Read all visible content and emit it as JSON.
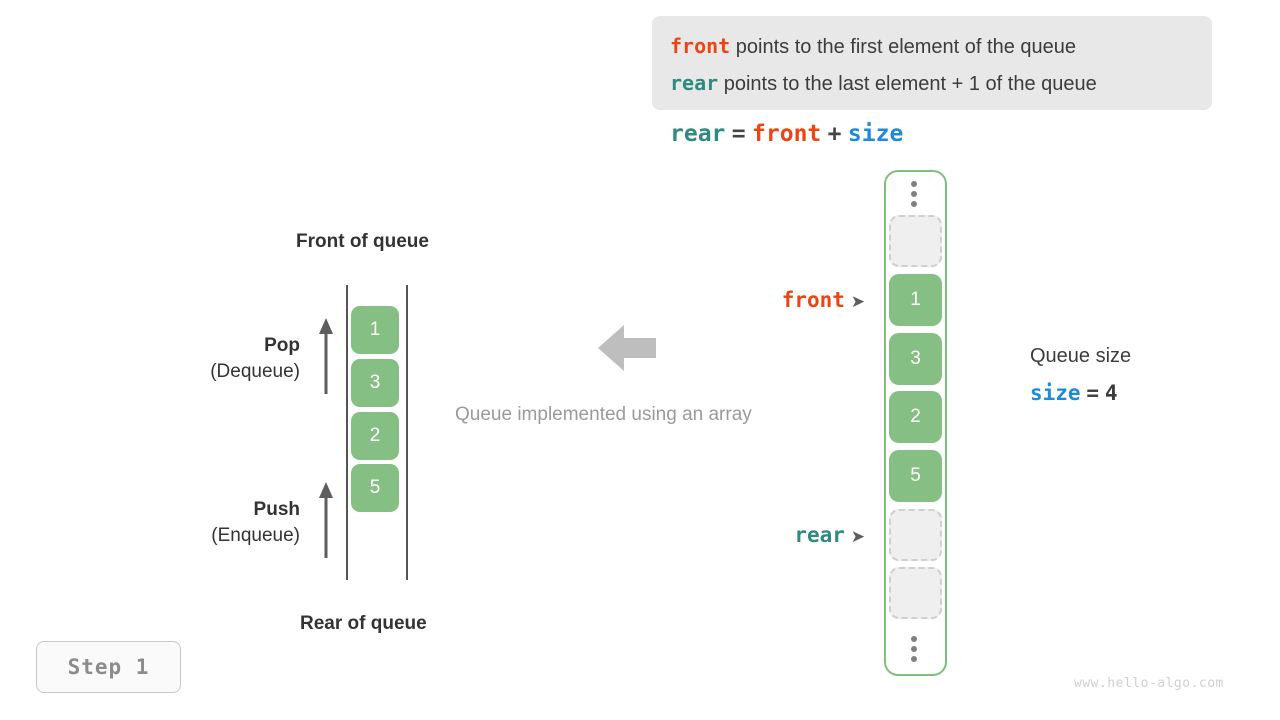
{
  "legend": {
    "lines": [
      {
        "keyword": "front",
        "keyword_color": "#ec4512",
        "description": "points to the first element of the queue"
      },
      {
        "keyword": "rear",
        "keyword_color": "#2f8a80",
        "description": "points to the last element + 1 of the queue"
      }
    ]
  },
  "formula": {
    "lhs": "rear",
    "eq": "=",
    "rhs1": "front",
    "plus": "+",
    "rhs2": "size"
  },
  "left_queue": {
    "top_label": "Front of queue",
    "bottom_label": "Rear of queue",
    "pop": {
      "name": "Pop",
      "sub": "(Dequeue)"
    },
    "push": {
      "name": "Push",
      "sub": "(Enqueue)"
    },
    "cells": [
      "1",
      "3",
      "2",
      "5"
    ]
  },
  "middle": {
    "caption": "Queue implemented using an array",
    "arrow_icon": "arrow-left-icon",
    "arrow_color": "#bebebe"
  },
  "array": {
    "top_ellipsis": "ellipsis-icon",
    "bottom_ellipsis": "ellipsis-icon",
    "slots": [
      {
        "type": "empty",
        "value": ""
      },
      {
        "type": "filled",
        "value": "1"
      },
      {
        "type": "filled",
        "value": "3"
      },
      {
        "type": "filled",
        "value": "2"
      },
      {
        "type": "filled",
        "value": "5"
      },
      {
        "type": "empty",
        "value": ""
      },
      {
        "type": "empty",
        "value": ""
      }
    ],
    "pointers": {
      "front": {
        "label": "front",
        "marker": "➤",
        "color": "#ec4512"
      },
      "rear": {
        "label": "rear",
        "marker": "➤",
        "color": "#2f8a80"
      }
    }
  },
  "queue_size": {
    "title": "Queue size",
    "var": "size",
    "eq": "=",
    "value": "4"
  },
  "step_badge": {
    "label": "Step 1"
  },
  "watermark": {
    "text": "www.hello-algo.com"
  },
  "colors": {
    "cell_green": "#85bf83",
    "container_border_green": "#7fbf7c",
    "empty_cell_fill": "#efefef",
    "empty_cell_border": "#cfcfcf",
    "legend_bg": "#e8e8e8",
    "front_orange": "#ec4512",
    "rear_teal": "#2f8a80",
    "size_blue": "#1e8bd8",
    "muted_gray": "#9a9a9a"
  }
}
